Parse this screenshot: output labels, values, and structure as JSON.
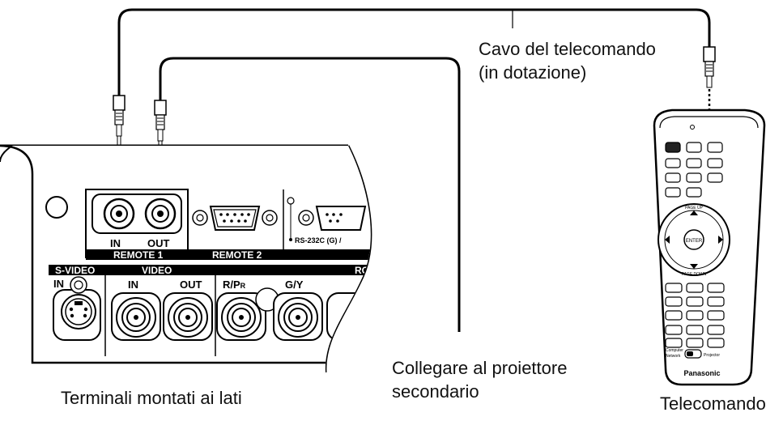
{
  "labels": {
    "cable": "Cavo del telecomando",
    "cable_sub": "(in dotazione)",
    "connect_line1": "Collegare al proiettore",
    "connect_line2": "secondario",
    "terminals": "Terminali montati ai lati",
    "remote": "Telecomando"
  },
  "panel": {
    "in": "IN",
    "out": "OUT",
    "remote1": "REMOTE 1",
    "remote2": "REMOTE 2",
    "rs232": "RS-232C (G) /",
    "s_video": "S-VIDEO",
    "s_video_in": "IN",
    "video": "VIDEO",
    "video_in": "IN",
    "video_out": "OUT",
    "rpr": "R/P",
    "rpr_sub": "R",
    "gy": "G/Y",
    "rg_cut": "RG"
  },
  "remote_unit": {
    "brand": "Panasonic",
    "computer": "Computer",
    "network": "Network",
    "projector": "Projector",
    "page_up": "PAGE UP",
    "page_down": "PAGE DOWN",
    "enter": "ENTER"
  }
}
